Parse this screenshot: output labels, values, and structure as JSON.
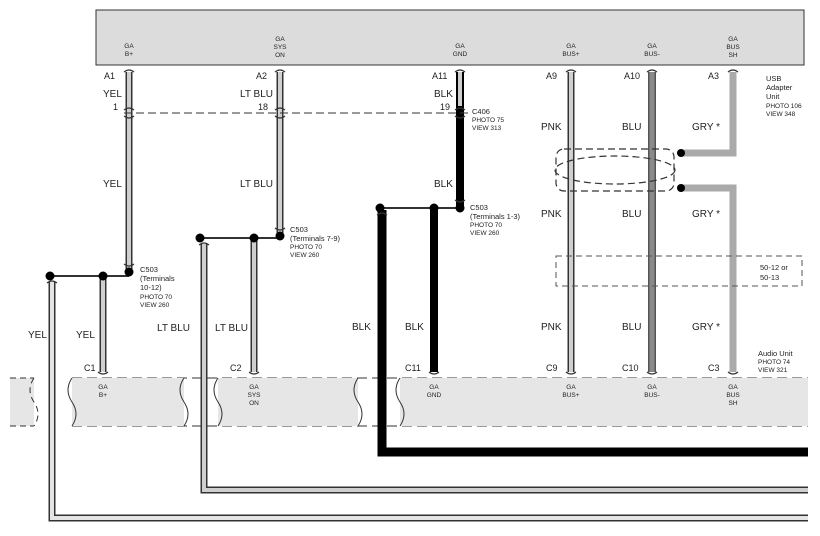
{
  "usb_unit": {
    "name": [
      "USB",
      "Adapter",
      "Unit"
    ],
    "photo": "PHOTO 106",
    "view": "VIEW 348",
    "terminals": [
      {
        "lines": [
          "GA",
          "B+"
        ],
        "pin": "A1"
      },
      {
        "lines": [
          "GA",
          "SYS",
          "ON"
        ],
        "pin": "A2"
      },
      {
        "lines": [
          "GA",
          "GND"
        ],
        "pin": "A11"
      },
      {
        "lines": [
          "GA",
          "BUS+"
        ],
        "pin": "A9"
      },
      {
        "lines": [
          "GA",
          "BUS-"
        ],
        "pin": "A10"
      },
      {
        "lines": [
          "GA",
          "BUS",
          "SH"
        ],
        "pin": "A3"
      }
    ]
  },
  "audio_unit": {
    "name": "Audio Unit",
    "photo": "PHOTO 74",
    "view": "VIEW 321",
    "terminals": [
      {
        "lines": [
          "GA",
          "B+"
        ],
        "pin": "C1"
      },
      {
        "lines": [
          "GA",
          "SYS",
          "ON"
        ],
        "pin": "C2"
      },
      {
        "lines": [
          "GA",
          "GND"
        ],
        "pin": "C11"
      },
      {
        "lines": [
          "GA",
          "BUS+"
        ],
        "pin": "C9"
      },
      {
        "lines": [
          "GA",
          "BUS-"
        ],
        "pin": "C10"
      },
      {
        "lines": [
          "GA",
          "BUS",
          "SH"
        ],
        "pin": "C3"
      }
    ]
  },
  "wire_colors_top": [
    "YEL",
    "LT BLU",
    "BLK"
  ],
  "wire_colors_mid": [
    "YEL",
    "LT BLU",
    "BLK",
    "PNK",
    "BLU",
    "GRY *"
  ],
  "wire_colors_shield_top": [
    "PNK",
    "BLU",
    "GRY *"
  ],
  "wire_colors_bottom": [
    "YEL",
    "YEL",
    "LT BLU",
    "LT BLU",
    "BLK",
    "BLK",
    "PNK",
    "BLU",
    "GRY *"
  ],
  "c406": {
    "name": "C406",
    "pins": [
      "1",
      "18",
      "19"
    ],
    "photo": "PHOTO 75",
    "view": "VIEW 313"
  },
  "c503_gnd": {
    "name": "C503",
    "terminals": "(Terminals 1-3)",
    "photo": "PHOTO 70",
    "view": "VIEW 260"
  },
  "c503_sys": {
    "name": "C503",
    "terminals": "(Terminals 7-9)",
    "photo": "PHOTO 70",
    "view": "VIEW 260"
  },
  "c503_bplus": {
    "name": "C503",
    "terminals": [
      "(Terminals",
      "10-12)"
    ],
    "photo": "PHOTO 70",
    "view": "VIEW 260"
  },
  "alt_connector": [
    "50-12 or",
    "50-13"
  ]
}
